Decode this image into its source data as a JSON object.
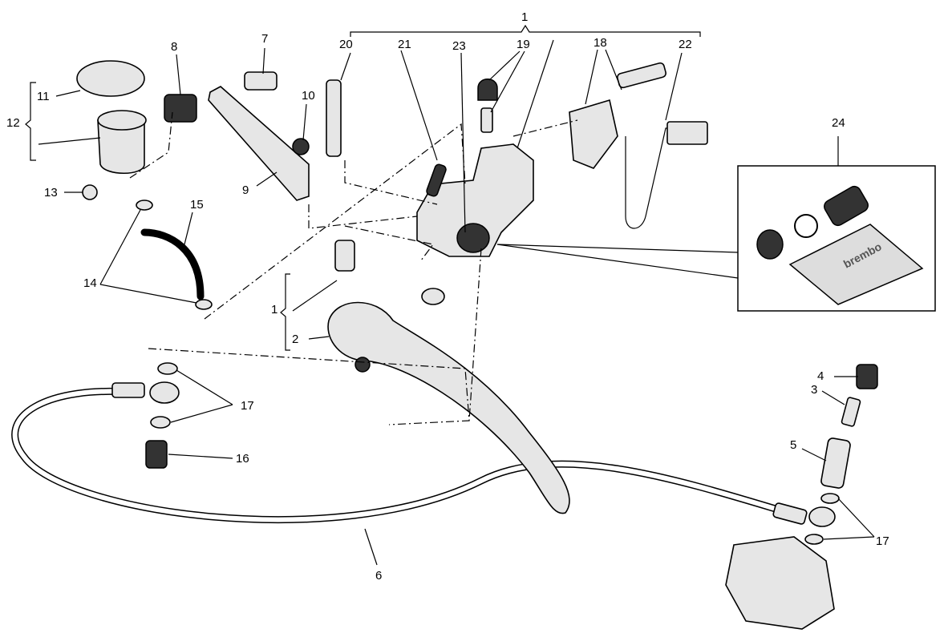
{
  "diagram": {
    "type": "exploded parts diagram",
    "callouts": [
      "1",
      "20",
      "21",
      "23",
      "19",
      "18",
      "22",
      "7",
      "8",
      "10",
      "11",
      "12",
      "13",
      "9",
      "15",
      "14",
      "1",
      "2",
      "24",
      "17",
      "16",
      "6",
      "4",
      "3",
      "5",
      "17"
    ],
    "kit_logo_text": "brembo"
  }
}
